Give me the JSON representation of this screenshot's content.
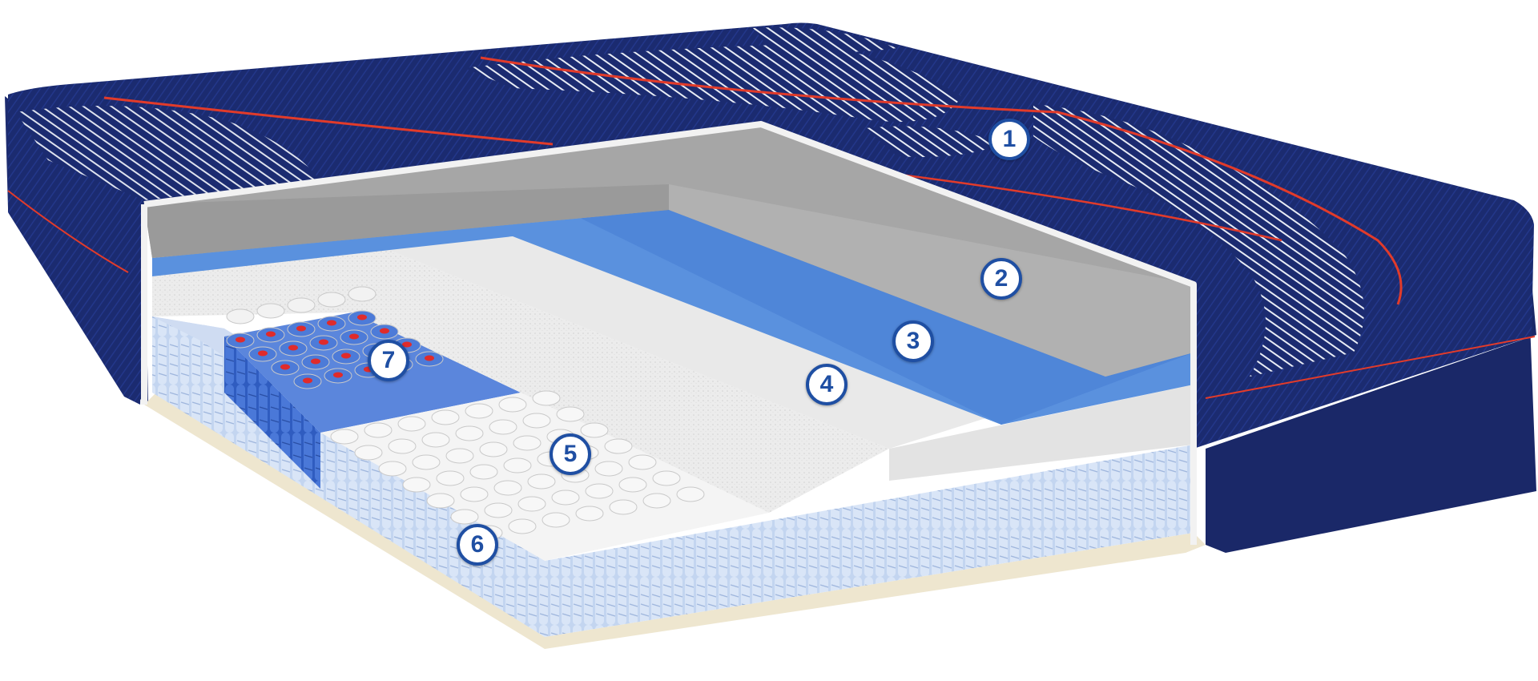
{
  "callouts": [
    {
      "id": "1",
      "layer": "cover"
    },
    {
      "id": "2",
      "layer": "grey-comfort-foam"
    },
    {
      "id": "3",
      "layer": "blue-gel-foam"
    },
    {
      "id": "4",
      "layer": "white-support-foam"
    },
    {
      "id": "5",
      "layer": "white-pocket-coils"
    },
    {
      "id": "6",
      "layer": "blue-pocket-coil-perimeter"
    },
    {
      "id": "7",
      "layer": "zoned-center-coils"
    }
  ],
  "colors": {
    "cover_navy": "#1a2a6e",
    "cover_stripe": "#e8ecf5",
    "accent_red": "#e23b2a",
    "grey_foam": "#a6a6a6",
    "blue_foam": "#5a91de",
    "white_foam": "#ececec",
    "coil_light_blue": "#bcd0ee",
    "coil_blue": "#3f6fd1",
    "base": "#eee6cf",
    "callout_blue": "#1f4fa3"
  }
}
